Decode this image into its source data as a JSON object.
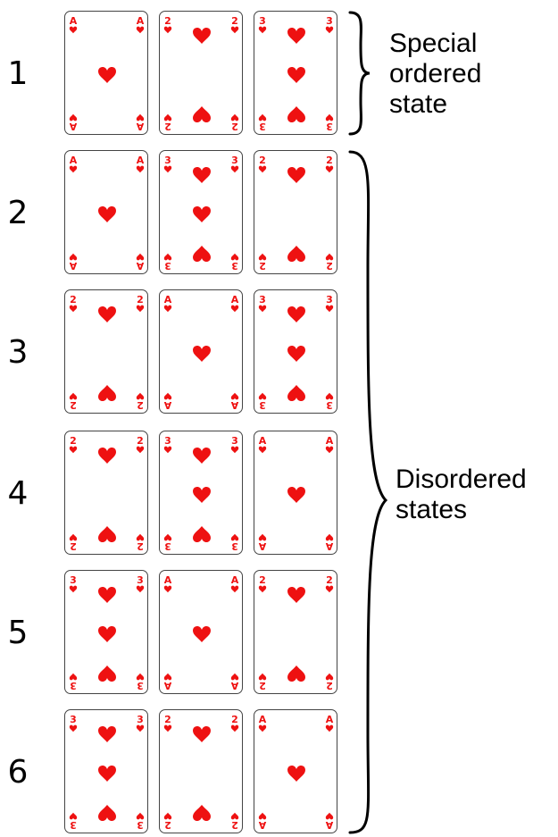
{
  "rows": [
    {
      "label": "1",
      "cards": [
        "A",
        "2",
        "3"
      ]
    },
    {
      "label": "2",
      "cards": [
        "A",
        "3",
        "2"
      ]
    },
    {
      "label": "3",
      "cards": [
        "2",
        "A",
        "3"
      ]
    },
    {
      "label": "4",
      "cards": [
        "2",
        "3",
        "A"
      ]
    },
    {
      "label": "5",
      "cards": [
        "3",
        "A",
        "2"
      ]
    },
    {
      "label": "6",
      "cards": [
        "3",
        "2",
        "A"
      ]
    }
  ],
  "groups": {
    "ordered": {
      "lines": [
        "Special",
        "ordered",
        "state"
      ]
    },
    "disordered": {
      "lines": [
        "Disordered",
        "states"
      ]
    }
  },
  "colors": {
    "suit": "#ee1111",
    "card_border": "#444444",
    "text": "#000000"
  },
  "suit_icon": "heart-icon"
}
